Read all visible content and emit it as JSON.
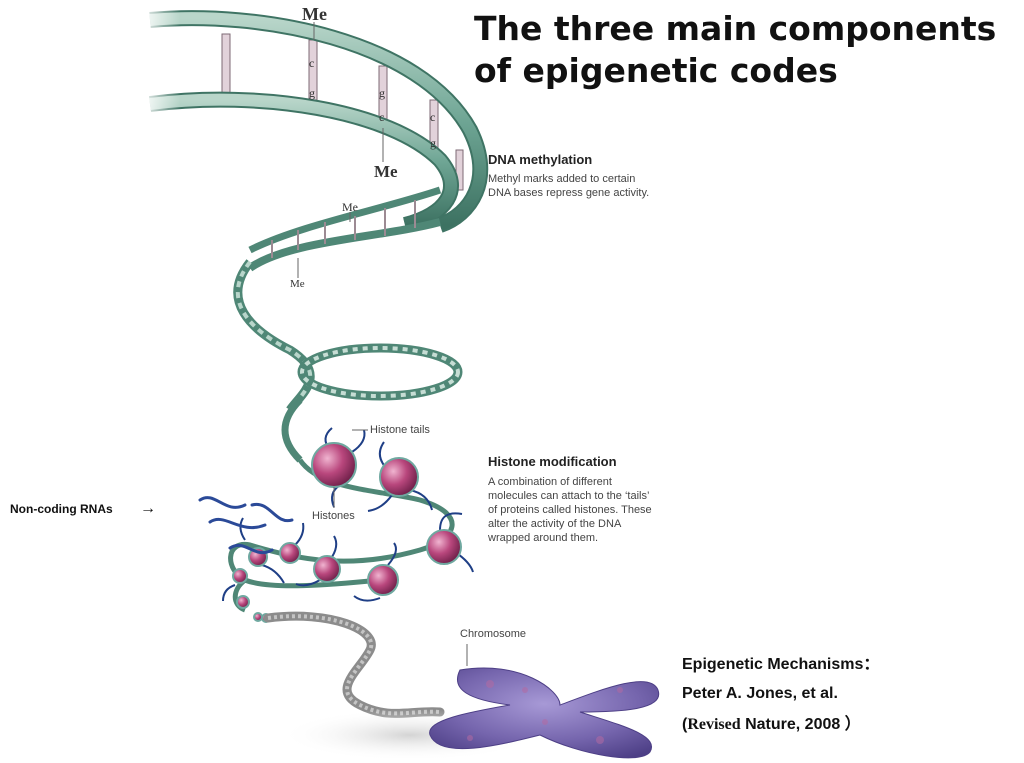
{
  "title": "The three main components of epigenetic codes",
  "labels": {
    "me": "Me",
    "base_c": "c",
    "base_g": "g"
  },
  "dna_methylation": {
    "heading": "DNA methylation",
    "body": "Methyl marks added to certain\nDNA bases repress gene activity."
  },
  "histone_modification": {
    "heading": "Histone modification",
    "body": "A combination of different\nmolecules can attach to the ‘tails’\nof proteins called histones. These\nalter the activity of the DNA\nwrapped around them."
  },
  "histone_tails_label": "Histone tails",
  "histones_label": "Histones",
  "chromosome_label": "Chromosome",
  "noncoding": {
    "label": "Non-coding  RNAs",
    "arrow": "→"
  },
  "reference": {
    "line1": "Epigenetic Mechanisms：",
    "line2": "Peter A. Jones, et al.",
    "line3_open": "(",
    "line3_revised": "Revised",
    "line3_rest": " Nature, 2008 ）"
  },
  "colors": {
    "dna_strand": "#5f9a88",
    "dna_strand_light": "#a9ccbf",
    "rung": "#d9c6cf",
    "histone": "#b24b7c",
    "histone_core": "#6fa8a0",
    "tail": "#1f3f86",
    "rna": "#2b4a98",
    "chromosome": "#7b6bb0",
    "chromatin_grey": "#9a9a9a"
  }
}
